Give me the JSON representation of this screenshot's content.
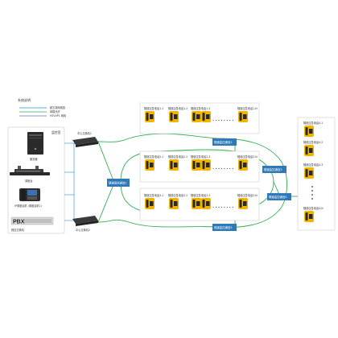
{
  "legend": {
    "title": "系统说明",
    "items": [
      {
        "label": "超五类网络线",
        "color": "#2a8fc4"
      },
      {
        "label": "单模光纤",
        "color": "#2eb04f"
      },
      {
        "label": "HSVVP1 网线",
        "color": "#6c6ccc"
      }
    ]
  },
  "control_room": {
    "title": "监控室",
    "server_label": "服务器",
    "console_label": "调度台",
    "phone_label": "IP调度话机 (调度话机1)",
    "pbx_text": "PBX",
    "pbx_label": "程控交换机"
  },
  "switches": {
    "top": "中心交换机1",
    "bottom": "中心交换机2"
  },
  "ring_switches": {
    "left": "隧道监控通信1",
    "top": "隧道监控通信2",
    "middle": "隧道监控通信3",
    "right": "隧道监控通信4",
    "bottom": "隧道监控通信5"
  },
  "phone_rows": {
    "row1": [
      "隧道应急电话1-1",
      "隧道应急电话1-2",
      "隧道应急电话1-3",
      "隧道应急电话1-N"
    ],
    "row2": [
      "隧道应急电话2-1",
      "隧道应急电话2-2",
      "隧道应急电话2-3",
      "隧道应急电话2-N"
    ],
    "row3": [
      "隧道应急电话3-1",
      "隧道应急电话3-2",
      "隧道应急电话3-3",
      "隧道应急电话3-N"
    ],
    "right_column": [
      "隧道应急电话4-1",
      "隧道应急电话4-2",
      "隧道应急电话4-3",
      "隧道应急电话4-N"
    ]
  },
  "ellipsis": "• • • • • • • •",
  "colors": {
    "phone_yellow": "#f2b400",
    "ethernet": "#2a8fc4",
    "fiber": "#2eb04f",
    "box_fill": "#2f79b8"
  }
}
